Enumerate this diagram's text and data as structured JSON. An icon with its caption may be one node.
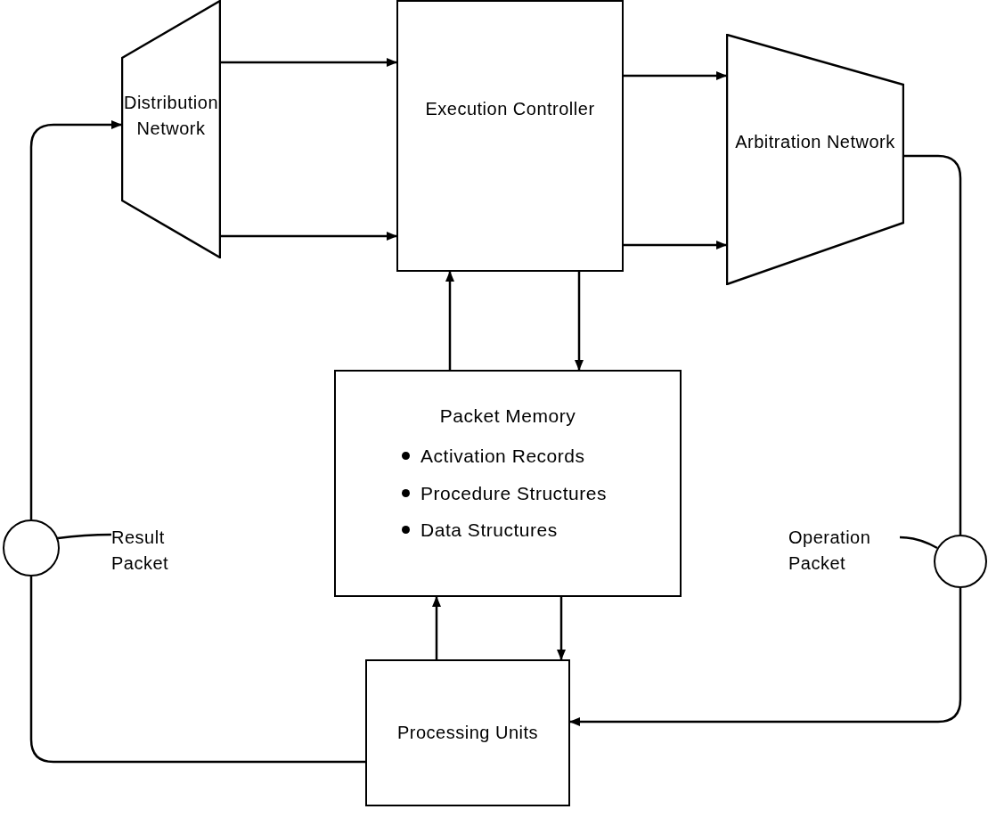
{
  "diagram": {
    "nodes": [
      {
        "text": [
          "Distribution Network"
        ]
      },
      {
        "text": [
          "Execution Controller"
        ]
      },
      {
        "text": [
          "Arbitration Network"
        ]
      },
      {
        "text": [
          "Packet Memory",
          "Activation Records",
          "Procedure Structures",
          "Data Structures"
        ]
      },
      {
        "text": [
          "Processing Units"
        ]
      },
      {
        "text": [],
        "shape": "circle"
      },
      {
        "text": [
          "Result Packet"
        ]
      },
      {
        "text": [],
        "shape": "circle"
      },
      {
        "text": [
          "Operation Packet"
        ]
      }
    ],
    "edges": [
      {
        "from": 0,
        "to": 1,
        "arrow": "to"
      },
      {
        "from": 0,
        "to": 1,
        "arrow": "to"
      },
      {
        "from": 1,
        "to": 2,
        "arrow": "to"
      },
      {
        "from": 1,
        "to": 2,
        "arrow": "to"
      },
      {
        "from": 3,
        "to": 1,
        "arrow": "to"
      },
      {
        "from": 1,
        "to": 3,
        "arrow": "to"
      },
      {
        "from": 4,
        "to": 3,
        "arrow": "to"
      },
      {
        "from": 3,
        "to": 4,
        "arrow": "to"
      },
      {
        "from": 4,
        "to": 5,
        "arrow": "none"
      },
      {
        "from": 5,
        "to": 0,
        "arrow": "to"
      },
      {
        "from": 2,
        "to": 7,
        "arrow": "none"
      },
      {
        "from": 7,
        "to": 4,
        "arrow": "to"
      },
      {
        "from": 6,
        "to": 5,
        "arrow": "none"
      },
      {
        "from": 8,
        "to": 7,
        "arrow": "none"
      }
    ]
  }
}
